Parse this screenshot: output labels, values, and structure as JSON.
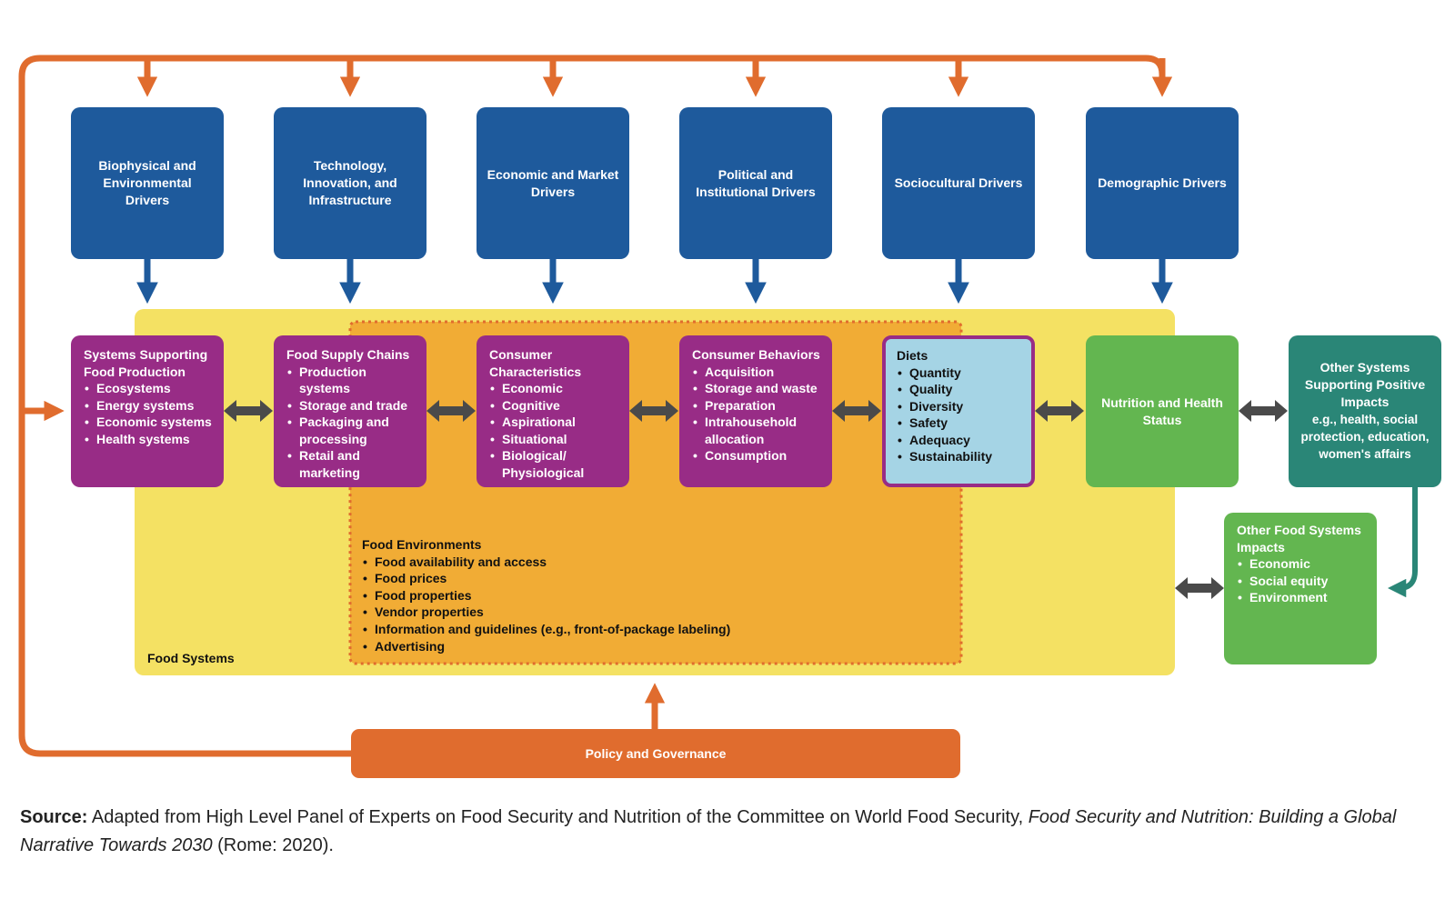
{
  "drivers": [
    {
      "label": "Biophysical and Environmental Drivers"
    },
    {
      "label": "Technology, Innovation, and Infrastructure"
    },
    {
      "label": "Economic and Market Drivers"
    },
    {
      "label": "Political and Institutional Drivers"
    },
    {
      "label": "Sociocultural Drivers"
    },
    {
      "label": "Demographic Drivers"
    }
  ],
  "food_systems_label": "Food Systems",
  "systems_supporting": {
    "title": "Systems Supporting Food Production",
    "items": [
      "Ecosystems",
      "Energy systems",
      "Economic systems",
      "Health systems"
    ]
  },
  "supply_chains": {
    "title": "Food Supply Chains",
    "items": [
      "Production systems",
      "Storage and trade",
      "Packaging and processing",
      "Retail and marketing"
    ]
  },
  "consumer_characteristics": {
    "title": "Consumer Characteristics",
    "items": [
      "Economic",
      "Cognitive",
      "Aspirational",
      "Situational",
      "Biological/ Physiological"
    ]
  },
  "consumer_behaviors": {
    "title": "Consumer Behaviors",
    "items": [
      "Acquisition",
      "Storage and waste",
      "Preparation",
      "Intrahousehold allocation",
      "Consumption"
    ]
  },
  "diets": {
    "title": "Diets",
    "items": [
      "Quantity",
      "Quality",
      "Diversity",
      "Safety",
      "Adequacy",
      "Sustainability"
    ]
  },
  "nutrition": {
    "label": "Nutrition and Health Status"
  },
  "other_systems": {
    "title": "Other Systems Supporting Positive Impacts",
    "subtitle": "e.g., health, social protection, education, women's affairs"
  },
  "other_impacts": {
    "title": "Other Food Systems Impacts",
    "items": [
      "Economic",
      "Social equity",
      "Environment"
    ]
  },
  "food_environments": {
    "title": "Food Environments",
    "items": [
      "Food availability and access",
      "Food prices",
      "Food properties",
      "Vendor properties",
      "Information and guidelines (e.g., front-of-package labeling)",
      "Advertising"
    ]
  },
  "policy": {
    "label": "Policy and Governance"
  },
  "source": {
    "label": "Source:",
    "text": " Adapted from High Level Panel of Experts on Food Security and Nutrition of the Committee on World Food Security, ",
    "title": "Food Security and Nutrition: Building a Global Narrative Towards 2030",
    "tail": " (Rome: 2020)."
  },
  "colors": {
    "driver_blue": "#1e5a9c",
    "orange": "#e06c2e",
    "yellow": "#f4e163",
    "food_env_orange": "#f1ac35",
    "purple": "#982c86",
    "light_blue": "#a5d4e5",
    "green": "#63b650",
    "teal": "#2a8677",
    "gray_arrow": "#4a4a4a"
  }
}
